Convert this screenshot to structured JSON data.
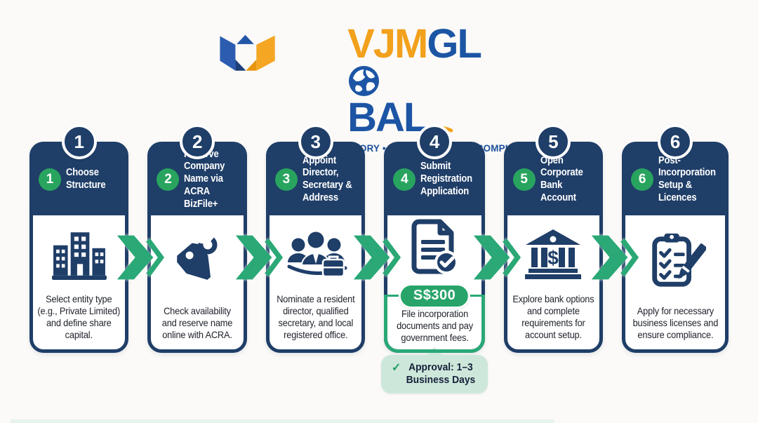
{
  "logo": {
    "brand_part_orange": "VJM",
    "brand_part_blue_1": "GL",
    "brand_part_blue_2": "BAL",
    "tagline": "GLOBAL ADVISORY • TAX • STRATEGY • COMPLIANCE",
    "orange": "#f2a11c",
    "blue": "#1d55a5"
  },
  "colors": {
    "navy": "#1f3e68",
    "step_green": "#28a45f",
    "arrow_green": "#2aa876",
    "note_bg": "#cde8db",
    "text_dark": "#20242c"
  },
  "steps": [
    {
      "number": "1",
      "title": "Choose\nStructure",
      "description": "Select entity type\n(e.g., Private Limited)\nand define share\ncapital.",
      "icon": "building-icon"
    },
    {
      "number": "2",
      "title": "Reserve\nCompany\nName via\nACRA BizFile+",
      "description": "Check availability\nand reserve name\nonline with ACRA.",
      "icon": "price-tag-icon"
    },
    {
      "number": "3",
      "title": "Appoint\nDirector,\nSecretary &\nAddress",
      "description": "Nominate a resident\ndirector, qualified\nsecretary, and local\nregistered office.",
      "icon": "team-icon"
    },
    {
      "number": "4",
      "title": "Submit\nRegistration\nApplication",
      "description": "File incorporation\ndocuments and pay\ngovernment fees.",
      "icon": "document-check-icon",
      "fee_badge": "S$300",
      "note": {
        "check_icon": "✓",
        "text": "Approval: 1–3\nBusiness Days"
      }
    },
    {
      "number": "5",
      "title": "Open\nCorporate\nBank Account",
      "description": "Explore bank options\nand complete\nrequirements for\naccount setup.",
      "icon": "bank-icon",
      "icon_symbol": "$"
    },
    {
      "number": "6",
      "title": "Post-\nIncorporation\nSetup &\nLicences",
      "description": "Apply for necessary\nbusiness licenses and\nensure compliance.",
      "icon": "clipboard-pencil-icon"
    }
  ]
}
